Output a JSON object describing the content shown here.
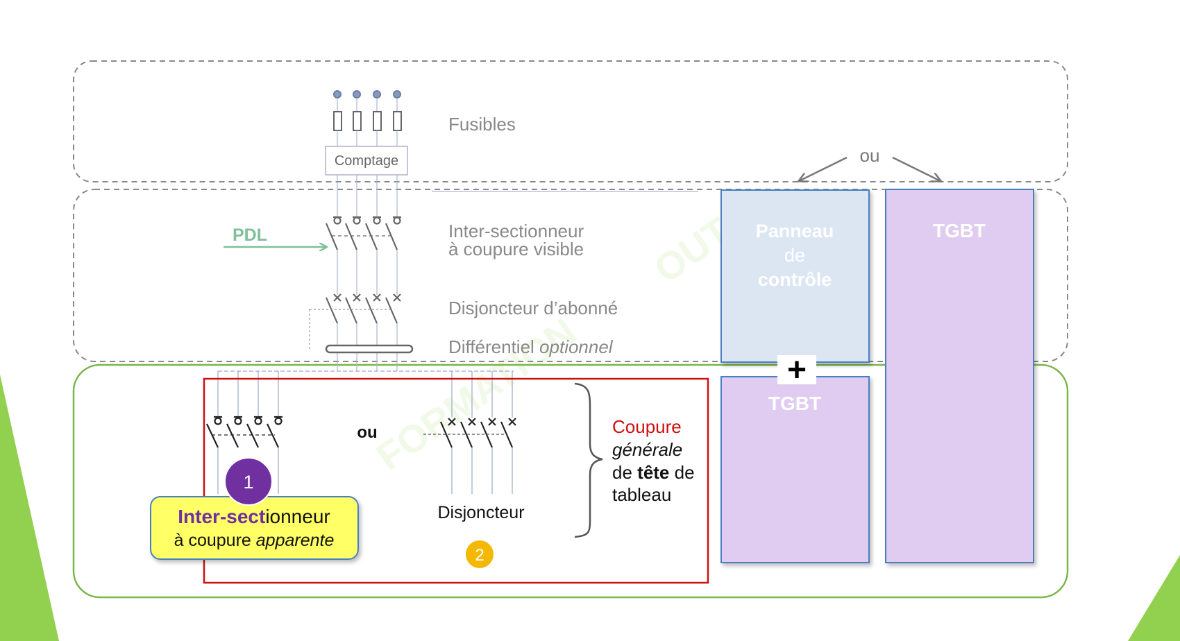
{
  "top_zone": {
    "fuses_label": "Fusibles",
    "meter_label": "Comptage",
    "or_label": "ou"
  },
  "middle_zone": {
    "pdl_label": "PDL",
    "switch_label_line1": "Inter-sectionneur",
    "switch_label_line2": "à coupure visible",
    "breaker_label": "Disjoncteur d’abonné",
    "differential_label": "Différentiel",
    "differential_optional": "optionnel"
  },
  "panels": {
    "control_panel_line1": "Panneau",
    "control_panel_line2": "de",
    "control_panel_line3": "contrôle",
    "plus_sign": "+",
    "tgbt_lower": "TGBT",
    "tgbt_right": "TGBT"
  },
  "bottom_zone": {
    "option1_badge": "1",
    "option1_title_accent": "Inter-sect",
    "option1_title_rest": "ionneur",
    "option1_sub_plain": "à coupure",
    "option1_sub_italic": "apparente",
    "or_label": "ou",
    "option2_label": "Disjoncteur",
    "option2_badge": "2",
    "brace_line1": "Coupure",
    "brace_line2": "générale",
    "brace_line3_a": "de",
    "brace_line3_b": "tête",
    "brace_line3_c": "de",
    "brace_line4": "tableau"
  },
  "watermark": {
    "text_1": "FORMATION",
    "text_2": "OUTIL"
  },
  "colors": {
    "zone_border": "#888888",
    "bottom_zone_border": "#7ab648",
    "red_frame": "#cc1111",
    "control_panel_fill": "#dce6f2",
    "tgbt_fill": "#e0ccf0",
    "panel_border": "#4a7fc0",
    "pdl_green": "#7fbf9a",
    "purple_badge": "#7030a0",
    "yellow_callout": "#ffff66",
    "orange_badge": "#f5b800",
    "corner_green": "#92d050"
  }
}
